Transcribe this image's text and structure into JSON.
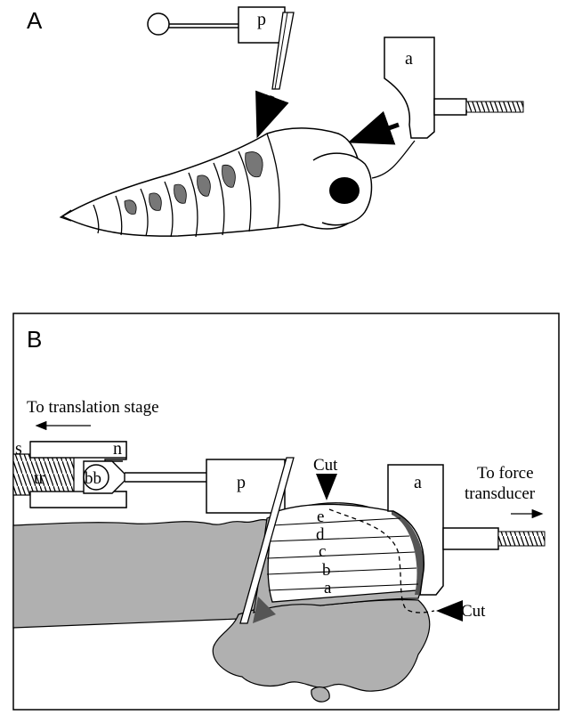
{
  "panel_a": {
    "letter": "A",
    "pin_label": "p",
    "anchor_label": "a"
  },
  "panel_b": {
    "letter": "B",
    "translation_text": "To translation stage",
    "force_line1": "To force",
    "force_line2": "transducer",
    "label_s": "s",
    "label_n": "n",
    "label_tr": "tr",
    "label_bb": "bb",
    "label_p": "p",
    "label_a": "a",
    "cut_top": "Cut",
    "cut_right": "Cut",
    "muscles": [
      "e",
      "d",
      "c",
      "b",
      "a"
    ]
  },
  "colors": {
    "ink": "#000000",
    "tissue_gray": "#b0b0b0",
    "tissue_dark": "#555555",
    "spot_gray": "#777777",
    "paper": "#ffffff"
  }
}
